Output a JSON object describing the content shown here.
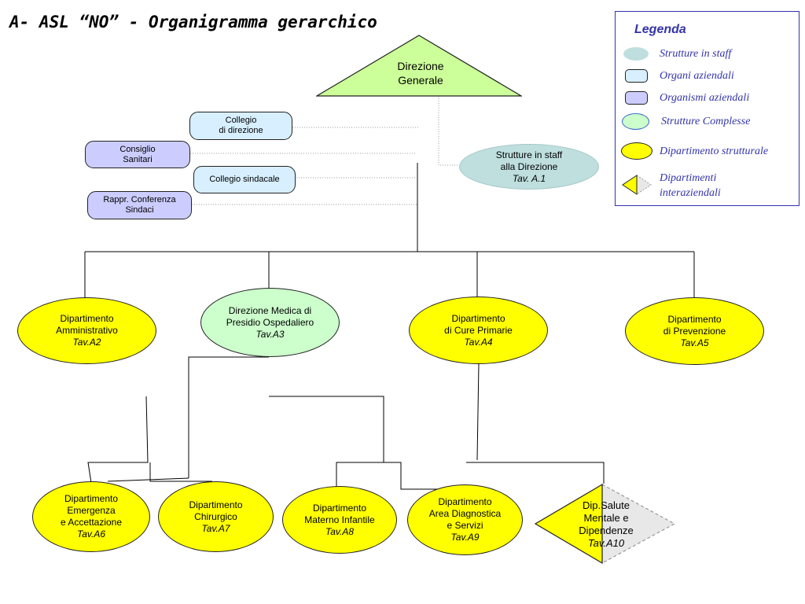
{
  "title": "A- ASL “NO” - Organigramma gerarchico",
  "top": {
    "line1": "Direzione",
    "line2": "Generale"
  },
  "boxes": {
    "collegio_direzione": {
      "line1": "Collegio",
      "line2": "di direzione"
    },
    "consiglio_sanitari": {
      "line1": "Consiglio",
      "line2": "Sanitari"
    },
    "collegio_sindacale": {
      "line1": "Collegio sindacale"
    },
    "rappr_conferenza": {
      "line1": "Rappr. Conferenza",
      "line2": "Sindaci"
    }
  },
  "staff": {
    "line1": "Strutture in staff",
    "line2": "alla Direzione",
    "ref": "Tav. A.1"
  },
  "level1": [
    {
      "line1": "Dipartimento",
      "line2": "Amministrativo",
      "ref": "Tav.A2"
    },
    {
      "line1": "Direzione Medica di",
      "line2": "Presidio Ospedaliero",
      "ref": "Tav.A3"
    },
    {
      "line1": "Dipartimento",
      "line2": "di Cure Primarie",
      "ref": "Tav.A4"
    },
    {
      "line1": "Dipartimento",
      "line2": "di Prevenzione",
      "ref": "Tav.A5"
    }
  ],
  "level2": [
    {
      "line1": "Dipartimento",
      "line2": "Emergenza",
      "line3": "e Accettazione",
      "ref": "Tav.A6"
    },
    {
      "line1": "Dipartimento",
      "line2": "Chirurgico",
      "ref": "Tav.A7"
    },
    {
      "line1": "Dipartimento",
      "line2": "Materno Infantile",
      "ref": "Tav.A8"
    },
    {
      "line1": "Dipartimento",
      "line2": "Area Diagnostica",
      "line3": "e Servizi",
      "ref": "Tav.A9"
    },
    {
      "line1": "Dip.Salute",
      "line2": "Mentale e",
      "line3": "Dipendenze",
      "ref": "Tav.A10"
    }
  ],
  "legend": {
    "title": "Legenda",
    "items": [
      {
        "label": "Strutture in staff",
        "icon": "teal-ellipse"
      },
      {
        "label": "Organi aziendali",
        "icon": "blue-rounded-box"
      },
      {
        "label": "Organismi aziendali",
        "icon": "lavender-rounded-box"
      },
      {
        "label": "Strutture Complesse",
        "icon": "green-ellipse"
      },
      {
        "label": "Dipartimento strutturale",
        "icon": "yellow-ellipse"
      },
      {
        "label": "Dipartimenti",
        "label2": "interaziendali",
        "icon": "half-diamond"
      }
    ]
  },
  "colors": {
    "dipartimento": "#ffff00",
    "struttura_complessa": "#ccffcc",
    "staff": "#bfdfdf",
    "organi": "#d7efff",
    "organismi": "#ccccff",
    "direzione": "#ccff99",
    "legend_text": "#3333aa"
  }
}
